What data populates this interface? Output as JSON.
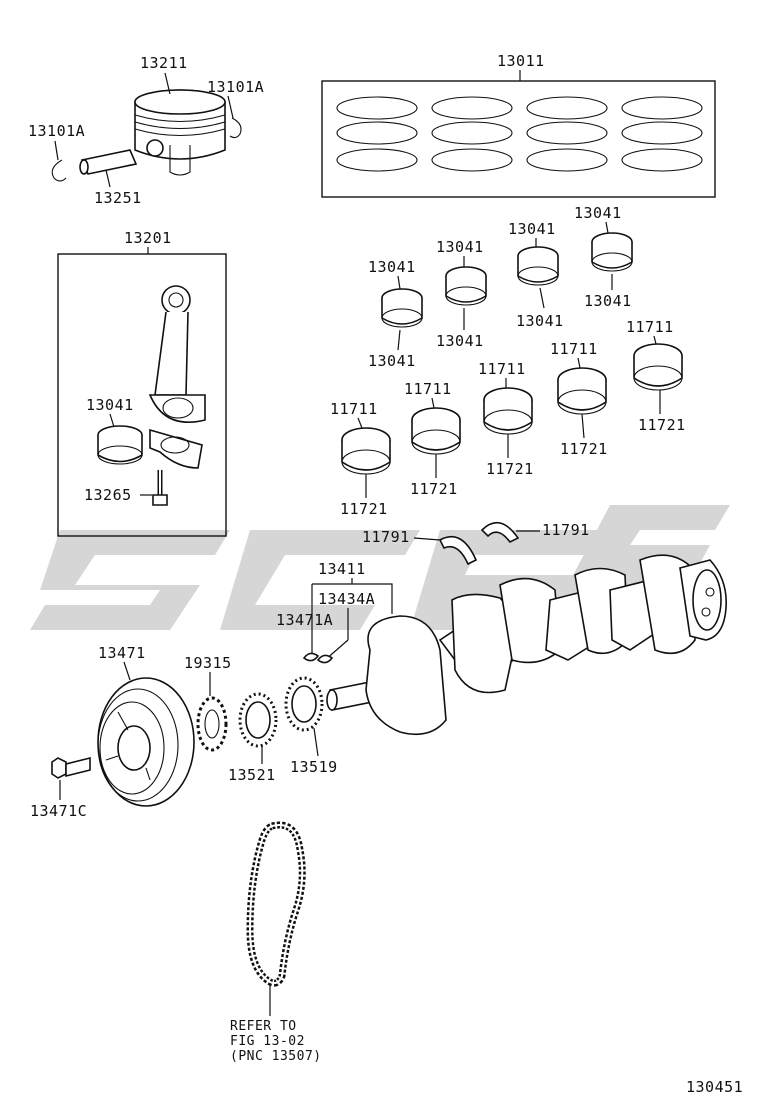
{
  "labels": {
    "p13211": "13211",
    "p13101A_r": "13101A",
    "p13101A_l": "13101A",
    "p13251": "13251",
    "p13011": "13011",
    "p13201": "13201",
    "p13041_conrod": "13041",
    "p13265": "13265",
    "p13041_a_top": "13041",
    "p13041_a_bot": "13041",
    "p13041_b_top": "13041",
    "p13041_b_bot": "13041",
    "p13041_c_top": "13041",
    "p13041_c_bot": "13041",
    "p13041_d_top": "13041",
    "p13041_d_bot": "13041",
    "p11711_a": "11711",
    "p11721_a": "11721",
    "p11711_b": "11711",
    "p11721_b": "11721",
    "p11711_c": "11711",
    "p11721_c": "11721",
    "p11711_d": "11711",
    "p11721_d": "11721",
    "p11711_e": "11711",
    "p11721_e": "11721",
    "p11791_l": "11791",
    "p11791_r": "11791",
    "p13411": "13411",
    "p13434A": "13434A",
    "p13471A": "13471A",
    "p13471": "13471",
    "p19315": "19315",
    "p13521": "13521",
    "p13519": "13519",
    "p13471C": "13471C"
  },
  "refer_note": {
    "line1": "REFER TO",
    "line2": "FIG 13-02",
    "line3": "(PNC 13507)"
  },
  "figure_number": "130451",
  "watermark_color": "#d6d6d6"
}
